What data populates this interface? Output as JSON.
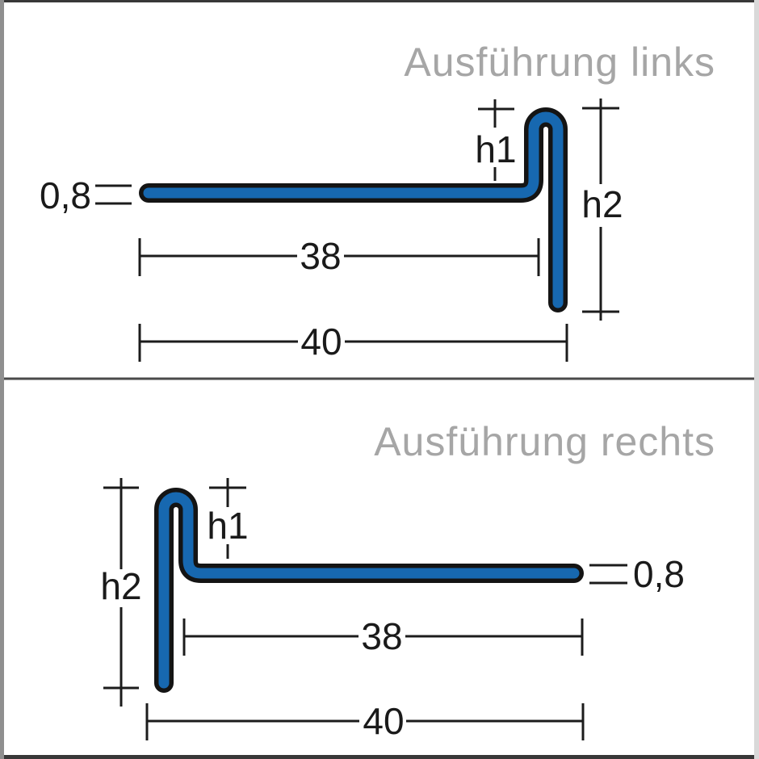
{
  "colors": {
    "profile_fill": "#1768b0",
    "profile_outline": "#141414",
    "title_text": "#a6a6a6",
    "dimension_lines": "#1c1c1c"
  },
  "diagrams": [
    {
      "title": "Ausführung links",
      "labels": {
        "thickness": "0,8",
        "width_inner": "38",
        "width_outer": "40",
        "h1": "h1",
        "h2": "h2"
      }
    },
    {
      "title": "Ausführung rechts",
      "labels": {
        "thickness": "0,8",
        "width_inner": "38",
        "width_outer": "40",
        "h1": "h1",
        "h2": "h2"
      }
    }
  ]
}
